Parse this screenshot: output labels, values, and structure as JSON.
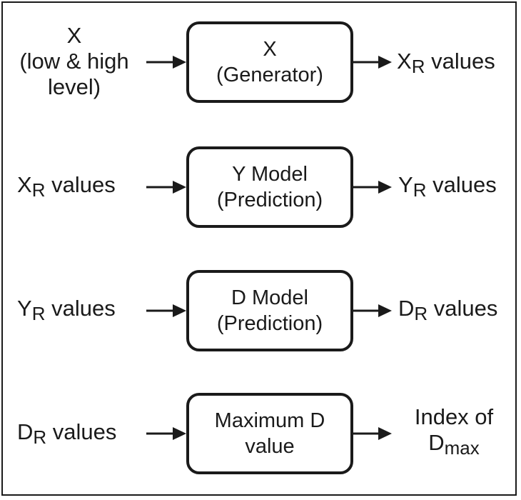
{
  "rows": [
    {
      "input": {
        "line1": "X",
        "line2": "(low & high",
        "line3": "level)"
      },
      "box": {
        "line1": "X",
        "line2": "(Generator)"
      },
      "output": {
        "main": "X",
        "sub": "R",
        "rest": " values"
      }
    },
    {
      "input": {
        "main": "X",
        "sub": "R",
        "rest": " values"
      },
      "box": {
        "line1": "Y Model",
        "line2": "(Prediction)"
      },
      "output": {
        "main": "Y",
        "sub": "R",
        "rest": " values"
      }
    },
    {
      "input": {
        "main": "Y",
        "sub": "R",
        "rest": " values"
      },
      "box": {
        "line1": "D Model",
        "line2": "(Prediction)"
      },
      "output": {
        "main": "D",
        "sub": "R",
        "rest": " values"
      }
    },
    {
      "input": {
        "main": "D",
        "sub": "R",
        "rest": " values"
      },
      "box": {
        "line1": "Maximum D",
        "line2": "value"
      },
      "output": {
        "line1": "Index of",
        "main": "D",
        "sub": "max"
      }
    }
  ]
}
